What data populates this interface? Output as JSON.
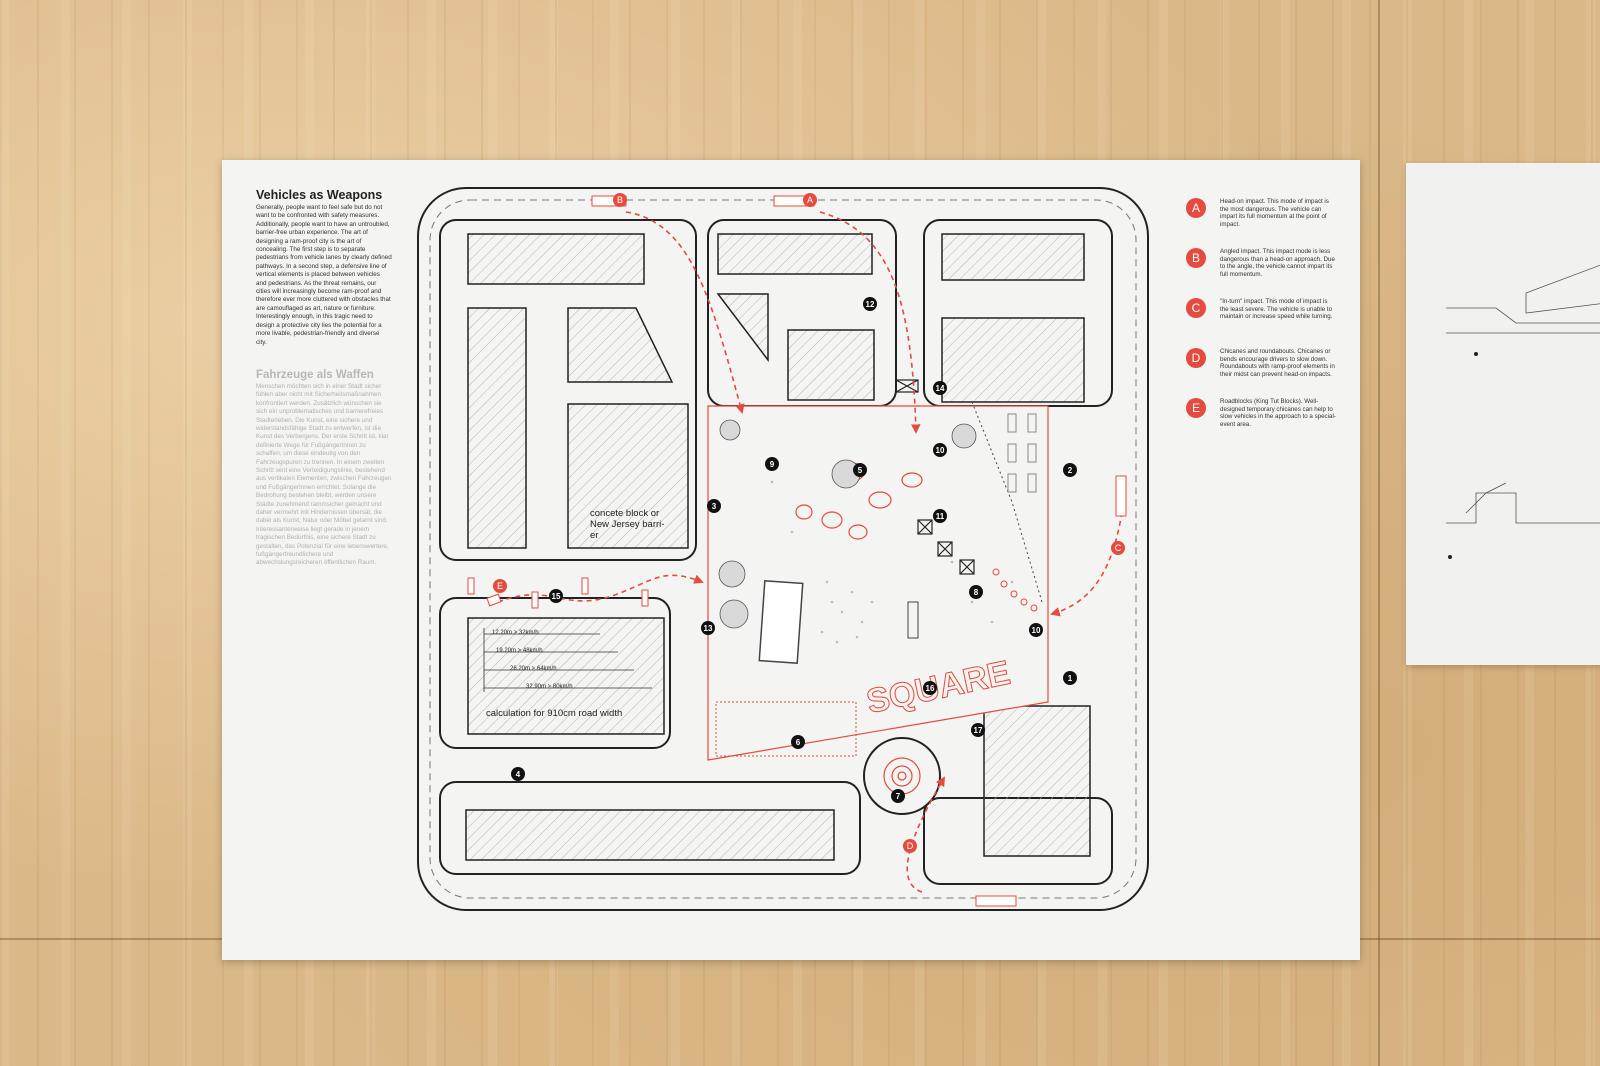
{
  "poster": {
    "title": "Vehicles as Weapons",
    "intro_en": "Generally, people want to feel safe but do not want to be confronted with safety measures. Additionally, people want to have an untroubled, barrier-free urban experience. The art of designing a ram-proof city is the art of concealing. The first step is to separate pedestrians from vehicle lanes by clearly defined pathways. In a second step, a defensive line of vertical elements is placed between vehicles and pedestrians. As the threat remains, our cities will increasingly become ram-proof and therefore ever more cluttered with obstacles that are camouflaged as art, nature or furniture. Interestingly enough, in this tragic need to design a protective city lies the potential for a more livable, pedestrian-friendly and diverse city.",
    "title_de": "Fahrzeuge als Waffen",
    "intro_de": "Menschen möchten sich in einer Stadt sicher fühlen aber nicht mit Sicherheitsmaßnahmen konfrontiert werden. Zusätzlich wünschen sie sich ein unproblematisches und barrierefreies Stadterleben. Die Kunst, eine sichere und widerstandsfähige Stadt zu entwerfen, ist die Kunst des Verbergens. Der erste Schritt ist, klar definierte Wege für FußgängerInnen zu schaffen, um diese eindeutig von den Fahrzeugspuren zu trennen. In einem zweiten Schritt wird eine Verteidigungslinie, bestehend aus vertikalen Elementen, zwischen Fahrzeugen und FußgängerInnen errichtet. Solange die Bedrohung bestehen bleibt, werden unsere Städte zunehmend rammsicher gemacht und daher vermehrt mit Hindernissen übersät, die dabei als Kunst, Natur oder Möbel getarnt sind. Interessanterweise liegt gerade in jenem tragischen Bedürfnis, eine sichere Stadt zu gestalten, das Potenzial für eine lebenswertere, fußgängerfreundlichere und abwechslungsreicheren öffentlichen Raum."
  },
  "legend": [
    {
      "letter": "A",
      "text": "Head-on impact. This mode of impact is the most dangerous. The vehicle can impart its full momentum at the point of impact."
    },
    {
      "letter": "B",
      "text": "Angled impact. This impact mode is less dangerous than a head-on approach. Due to the angle, the vehicle cannot impart its full momentum."
    },
    {
      "letter": "C",
      "text": "\"In-turn\" impact. This mode of impact is the least severe. The vehicle is unable to maintain or increase speed while turning."
    },
    {
      "letter": "D",
      "text": "Chicanes and roundabouts. Chicanes or bends encourage drivers to slow down. Roundabouts with ramp-proof elements in their midst can prevent head-on impacts."
    },
    {
      "letter": "E",
      "text": "Roadblocks (King Tut Blocks). Well-designed temporary chicanes can help to slow vehicles in the approach to a special-event area."
    }
  ],
  "map": {
    "annotation_barrier": "concete block or New Jersey barri- er",
    "annotation_calc": "calculation for 910cm road width",
    "speeds": [
      "12.20m > 32km/h",
      "19.20m > 48km/h",
      "26.20m > 64km/h",
      "32.90m > 80km/h"
    ],
    "square_text": "SQUARE",
    "markers": [
      "1",
      "2",
      "3",
      "4",
      "5",
      "6",
      "7",
      "8",
      "9",
      "10",
      "10",
      "11",
      "12",
      "13",
      "14",
      "15",
      "16",
      "17"
    ],
    "approach_letters": [
      "A",
      "B",
      "C",
      "D",
      "E"
    ]
  },
  "colors": {
    "accent": "#e54b3e",
    "line": "#222222",
    "paper": "#f4f4f2",
    "wood": "#dbb887"
  }
}
